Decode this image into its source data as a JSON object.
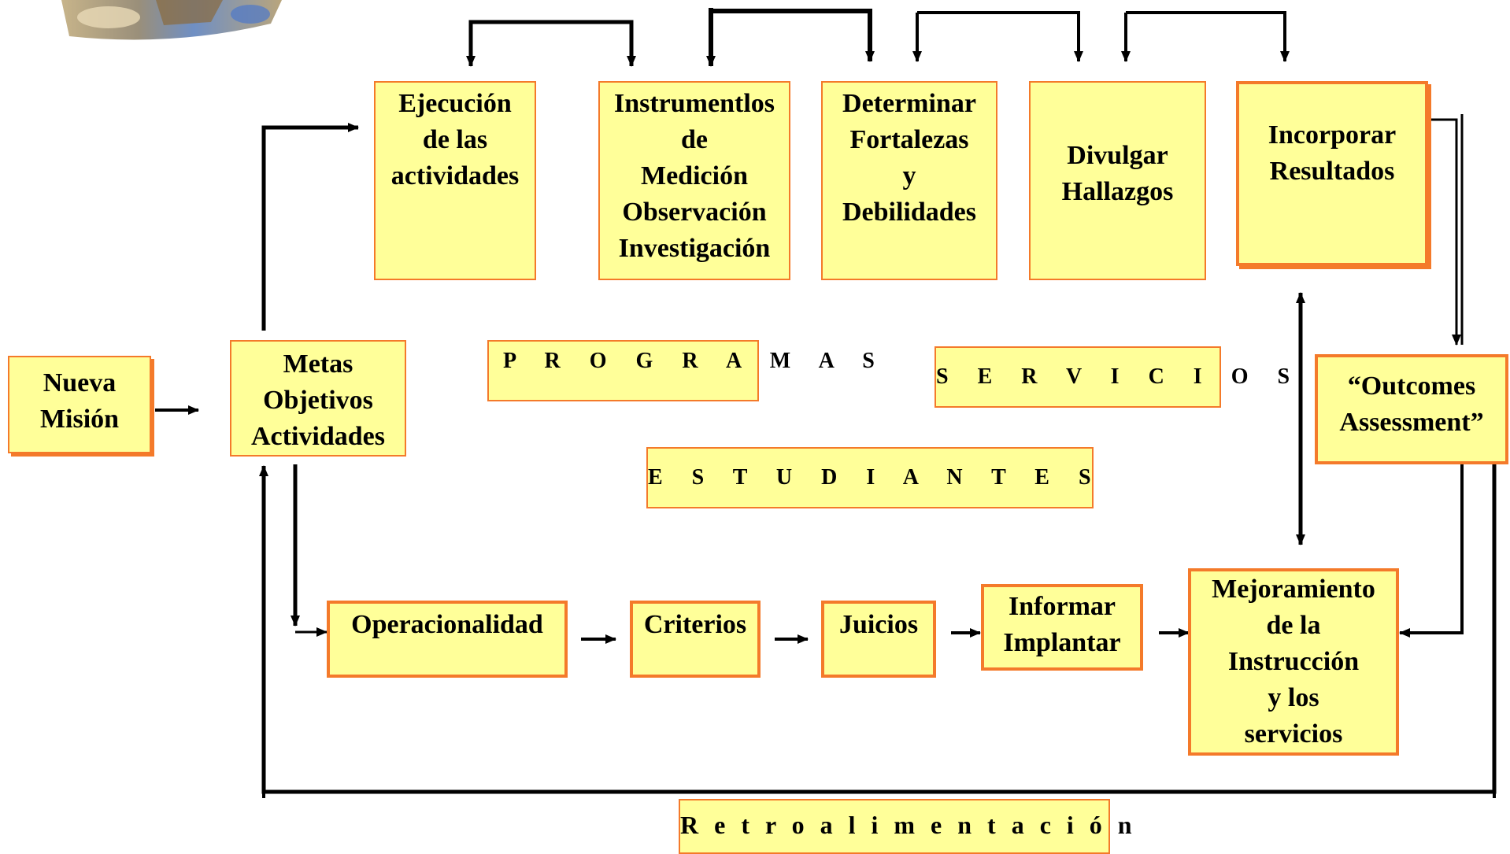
{
  "nodes": {
    "nueva_mision": "Nueva\nMisión",
    "metas": "Metas\nObjetivos\nActividades",
    "ejecucion": "Ejecución\nde las\nactividades",
    "instrumentos": "Instrumentlos\nde\nMedición\nObservación\nInvestigación",
    "determinar": "Determinar\nFortalezas\ny\nDebilidades",
    "divulgar": "Divulgar\nHallazgos",
    "incorporar": "Incorporar\nResultados",
    "outcomes": "“Outcomes\nAssessment”",
    "programas": "P R O G R A M A S",
    "servicios": "S E R V I C I O S",
    "estudiantes": "E S T U D I A N T E S",
    "operacionalidad": "Operacionalidad",
    "criterios": "Criterios",
    "juicios": "Juicios",
    "informar": "Informar\nImplantar",
    "mejoramiento": "Mejoramiento\nde la\nInstrucción\ny los\nservicios",
    "retroalimentacion": "R e t r o a l i m e n t a c i ó n"
  },
  "colors": {
    "box_fill": "#ffff99",
    "box_border": "#f47a2a",
    "line": "#000000"
  }
}
